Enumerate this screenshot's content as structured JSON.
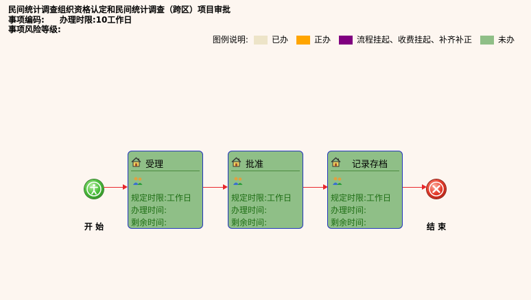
{
  "header": {
    "title": "民间统计调查组织资格认定和民间统计调查（跨区）项目审批",
    "code_label": "事项编码:",
    "code_value": "",
    "time_label": "办理时限:",
    "time_value": "10工作日",
    "risk_label": "事项风险等级:",
    "risk_value": ""
  },
  "legend": {
    "title": "图例说明:",
    "items": [
      {
        "label": "已办",
        "color": "#ede4c8"
      },
      {
        "label": "正办",
        "color": "#ffa500"
      },
      {
        "label": "流程挂起、收费挂起、补齐补正",
        "color": "#800080"
      },
      {
        "label": "未办",
        "color": "#8fbf87"
      }
    ]
  },
  "flow": {
    "start_label": "开 始",
    "end_label": "结 束",
    "steps": [
      {
        "title": "受理",
        "limit": "规定时限:工作日",
        "handle": "办理时间:",
        "remain": "剩余时间:"
      },
      {
        "title": "批准",
        "limit": "规定时限:工作日",
        "handle": "办理时间:",
        "remain": "剩余时间:"
      },
      {
        "title": "记录存档",
        "limit": "规定时限:工作日",
        "handle": "办理时间:",
        "remain": "剩余时间:"
      }
    ]
  }
}
